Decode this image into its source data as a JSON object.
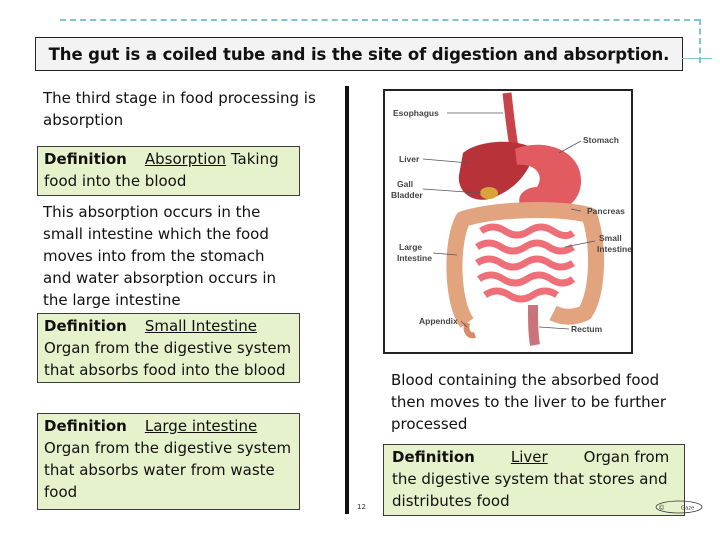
{
  "title": "The gut is a coiled tube and is the site of digestion and absorption.",
  "intro": "The third stage in food processing is absorption",
  "definitions": {
    "label": "Definition",
    "absorption": {
      "term": "Absorption",
      "text": "Taking food into the blood"
    },
    "small_intestine": {
      "term": "Small Intestine",
      "text": "Organ from the digestive system that absorbs food into the blood"
    },
    "large_intestine": {
      "term": "Large intestine",
      "text": "Organ from the digestive system that absorbs water from waste food"
    },
    "liver": {
      "term": "Liver",
      "text": "Organ from the digestive system that stores and distributes food"
    }
  },
  "absorption_text": "This absorption occurs in the small intestine which the food moves into from the stomach and water absorption occurs in the large intestine",
  "blood_text": "Blood containing the absorbed food then moves to the liver to be further processed",
  "diagram_labels": {
    "esophagus": "Esophagus",
    "stomach": "Stomach",
    "liver": "Liver",
    "gall": "Gall",
    "bladder": "Bladder",
    "pancreas": "Pancreas",
    "small": "Small",
    "intestine": "Intestine",
    "large": "Large",
    "large_intestine": "Intestine",
    "appendix": "Appendix",
    "rectum": "Rectum"
  },
  "slide_number": "12",
  "logo_text": "Gaze",
  "colors": {
    "definition_bg": "#e6f2cc",
    "title_bg": "#f3f3f3",
    "accent_dash": "#7fc3cf"
  }
}
